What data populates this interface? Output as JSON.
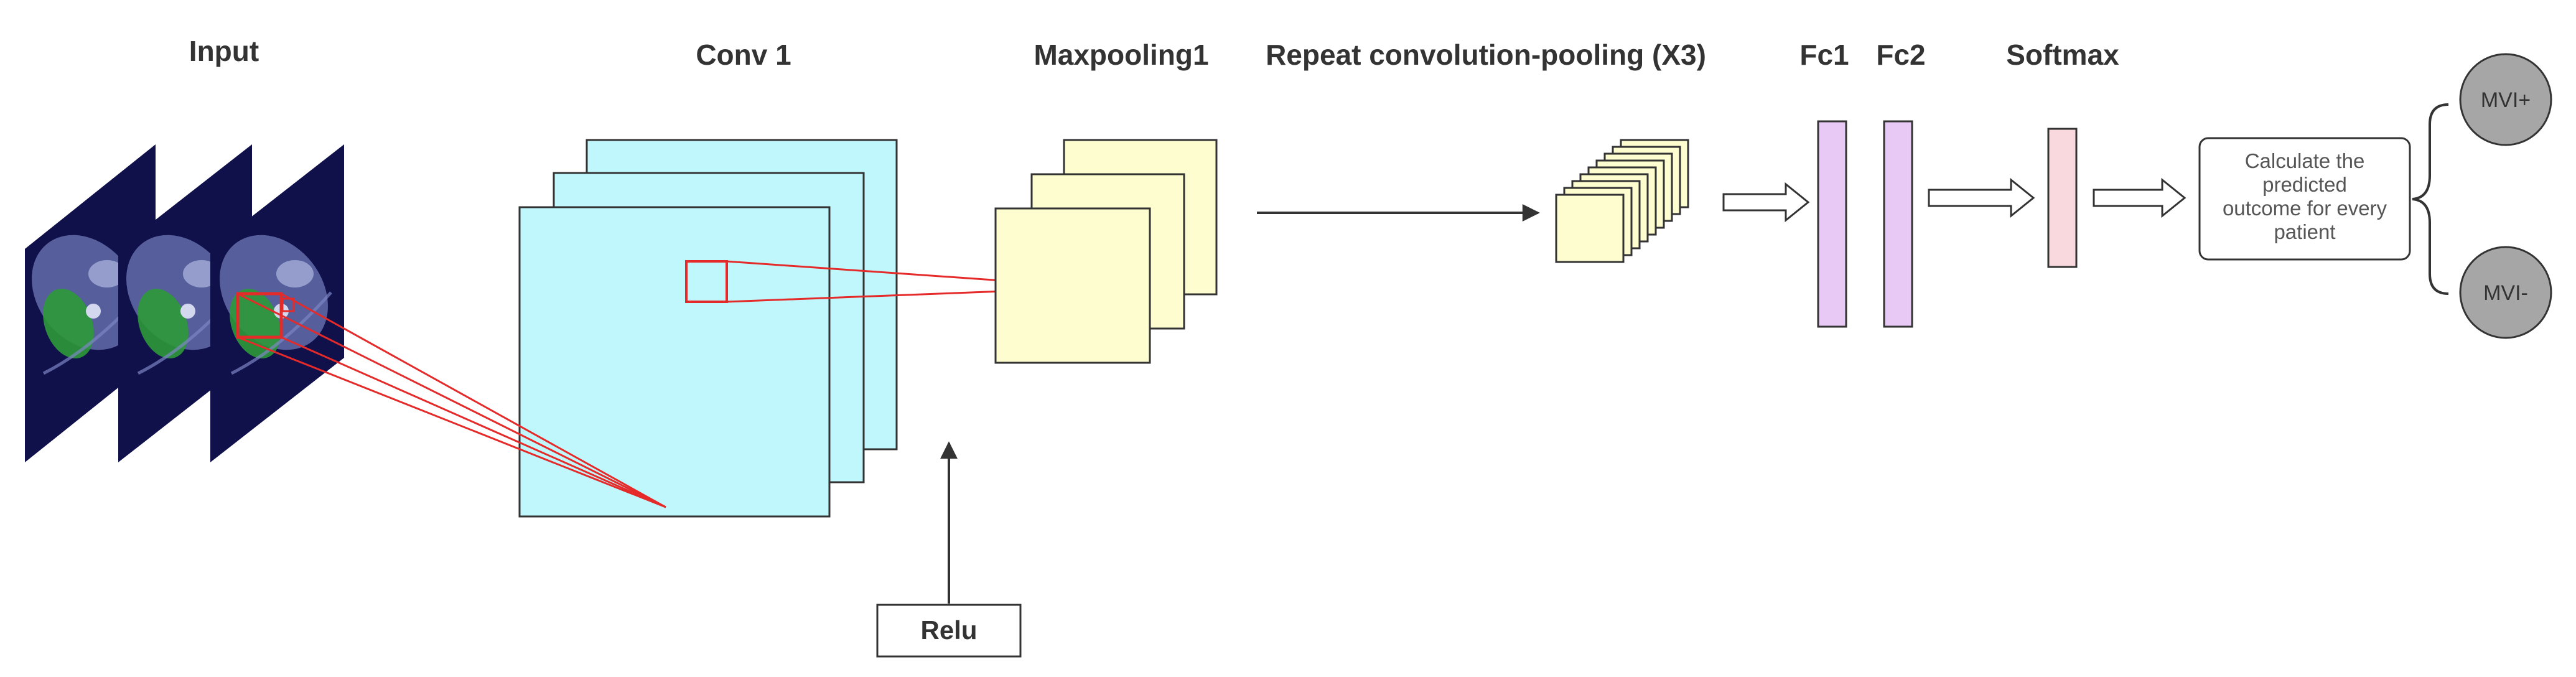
{
  "labels": {
    "input": "Input",
    "conv1": "Conv 1",
    "maxpooling1": "Maxpooling1",
    "repeat": "Repeat convolution-pooling (X3)",
    "fc1": "Fc1",
    "fc2": "Fc2",
    "softmax": "Softmax",
    "relu": "Relu"
  },
  "calc_box_lines": [
    "Calculate the",
    "predicted",
    "outcome for every",
    "patient"
  ],
  "outputs": {
    "positive": "MVI+",
    "negative": "MVI-"
  },
  "colors": {
    "ct_background": "#10104a",
    "ct_tissue": "#7e86c4",
    "ct_liver_overlay": "#2e9a3a",
    "conv_fill": "#c0f7fc",
    "pool_fill": "#fefdd0",
    "fc_fill": "#e8c9f5",
    "softmax_fill": "#fad9de",
    "output_circle": "#a6a6a6",
    "receptive_field": "#e52a2a"
  }
}
